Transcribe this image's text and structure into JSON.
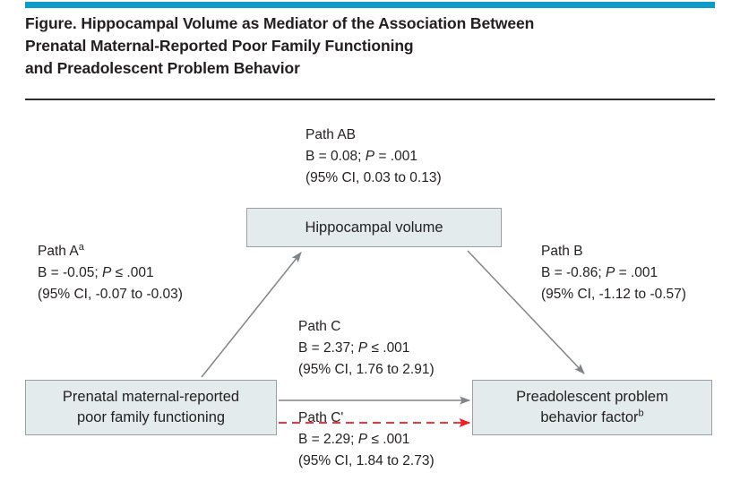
{
  "header": {
    "accent_color": "#0d9bc9",
    "rule_color": "#2f2a2b",
    "title_lines": [
      "Figure. Hippocampal Volume as Mediator of the Association Between",
      "Prenatal Maternal-Reported Poor Family Functioning",
      "and Preadolescent Problem Behavior"
    ]
  },
  "diagram": {
    "type": "mediation-path-diagram",
    "box_fill": "#e4ebed",
    "box_border": "#9a9fa2",
    "arrow_color": "#808488",
    "highlight_arrow_color": "#ee1c25",
    "nodes": [
      {
        "id": "hippocampal",
        "label": "Hippocampal volume",
        "footnote": ""
      },
      {
        "id": "prenatal",
        "label_line1": "Prenatal maternal-reported",
        "label_line2": "poor family functioning",
        "footnote": ""
      },
      {
        "id": "preadolescent",
        "label_line1": "Preadolescent problem",
        "label_line2": "behavior factor",
        "footnote": "b"
      }
    ],
    "paths": [
      {
        "id": "ab",
        "name": "Path AB",
        "footnote": "",
        "estimate": "B = 0.08;",
        "p_symbol": "P",
        "p_value": " = .001",
        "ci": "(95% CI, 0.03 to 0.13)",
        "from": "prenatal",
        "to": "preadolescent",
        "style": "indirect"
      },
      {
        "id": "a",
        "name": "Path A",
        "footnote": "a",
        "estimate": "B = -0.05;",
        "p_symbol": "P",
        "p_value": " ≤ .001",
        "ci": "(95% CI, -0.07 to -0.03)",
        "from": "prenatal",
        "to": "hippocampal",
        "style": "solid"
      },
      {
        "id": "b",
        "name": "Path B",
        "footnote": "",
        "estimate": "B = -0.86;",
        "p_symbol": "P",
        "p_value": " = .001",
        "ci": "(95% CI, -1.12 to -0.57)",
        "from": "hippocampal",
        "to": "preadolescent",
        "style": "solid"
      },
      {
        "id": "c",
        "name": "Path C",
        "footnote": "",
        "estimate": "B = 2.37;",
        "p_symbol": "P",
        "p_value": " ≤ .001",
        "ci": "(95% CI, 1.76 to 2.91)",
        "from": "prenatal",
        "to": "preadolescent",
        "style": "solid"
      },
      {
        "id": "cprime",
        "name": "Path C'",
        "footnote": "",
        "estimate": "B = 2.29;",
        "p_symbol": "P",
        "p_value": " ≤ .001",
        "ci": "(95% CI, 1.84 to 2.73)",
        "from": "prenatal",
        "to": "preadolescent",
        "style": "dashed-red"
      }
    ]
  }
}
